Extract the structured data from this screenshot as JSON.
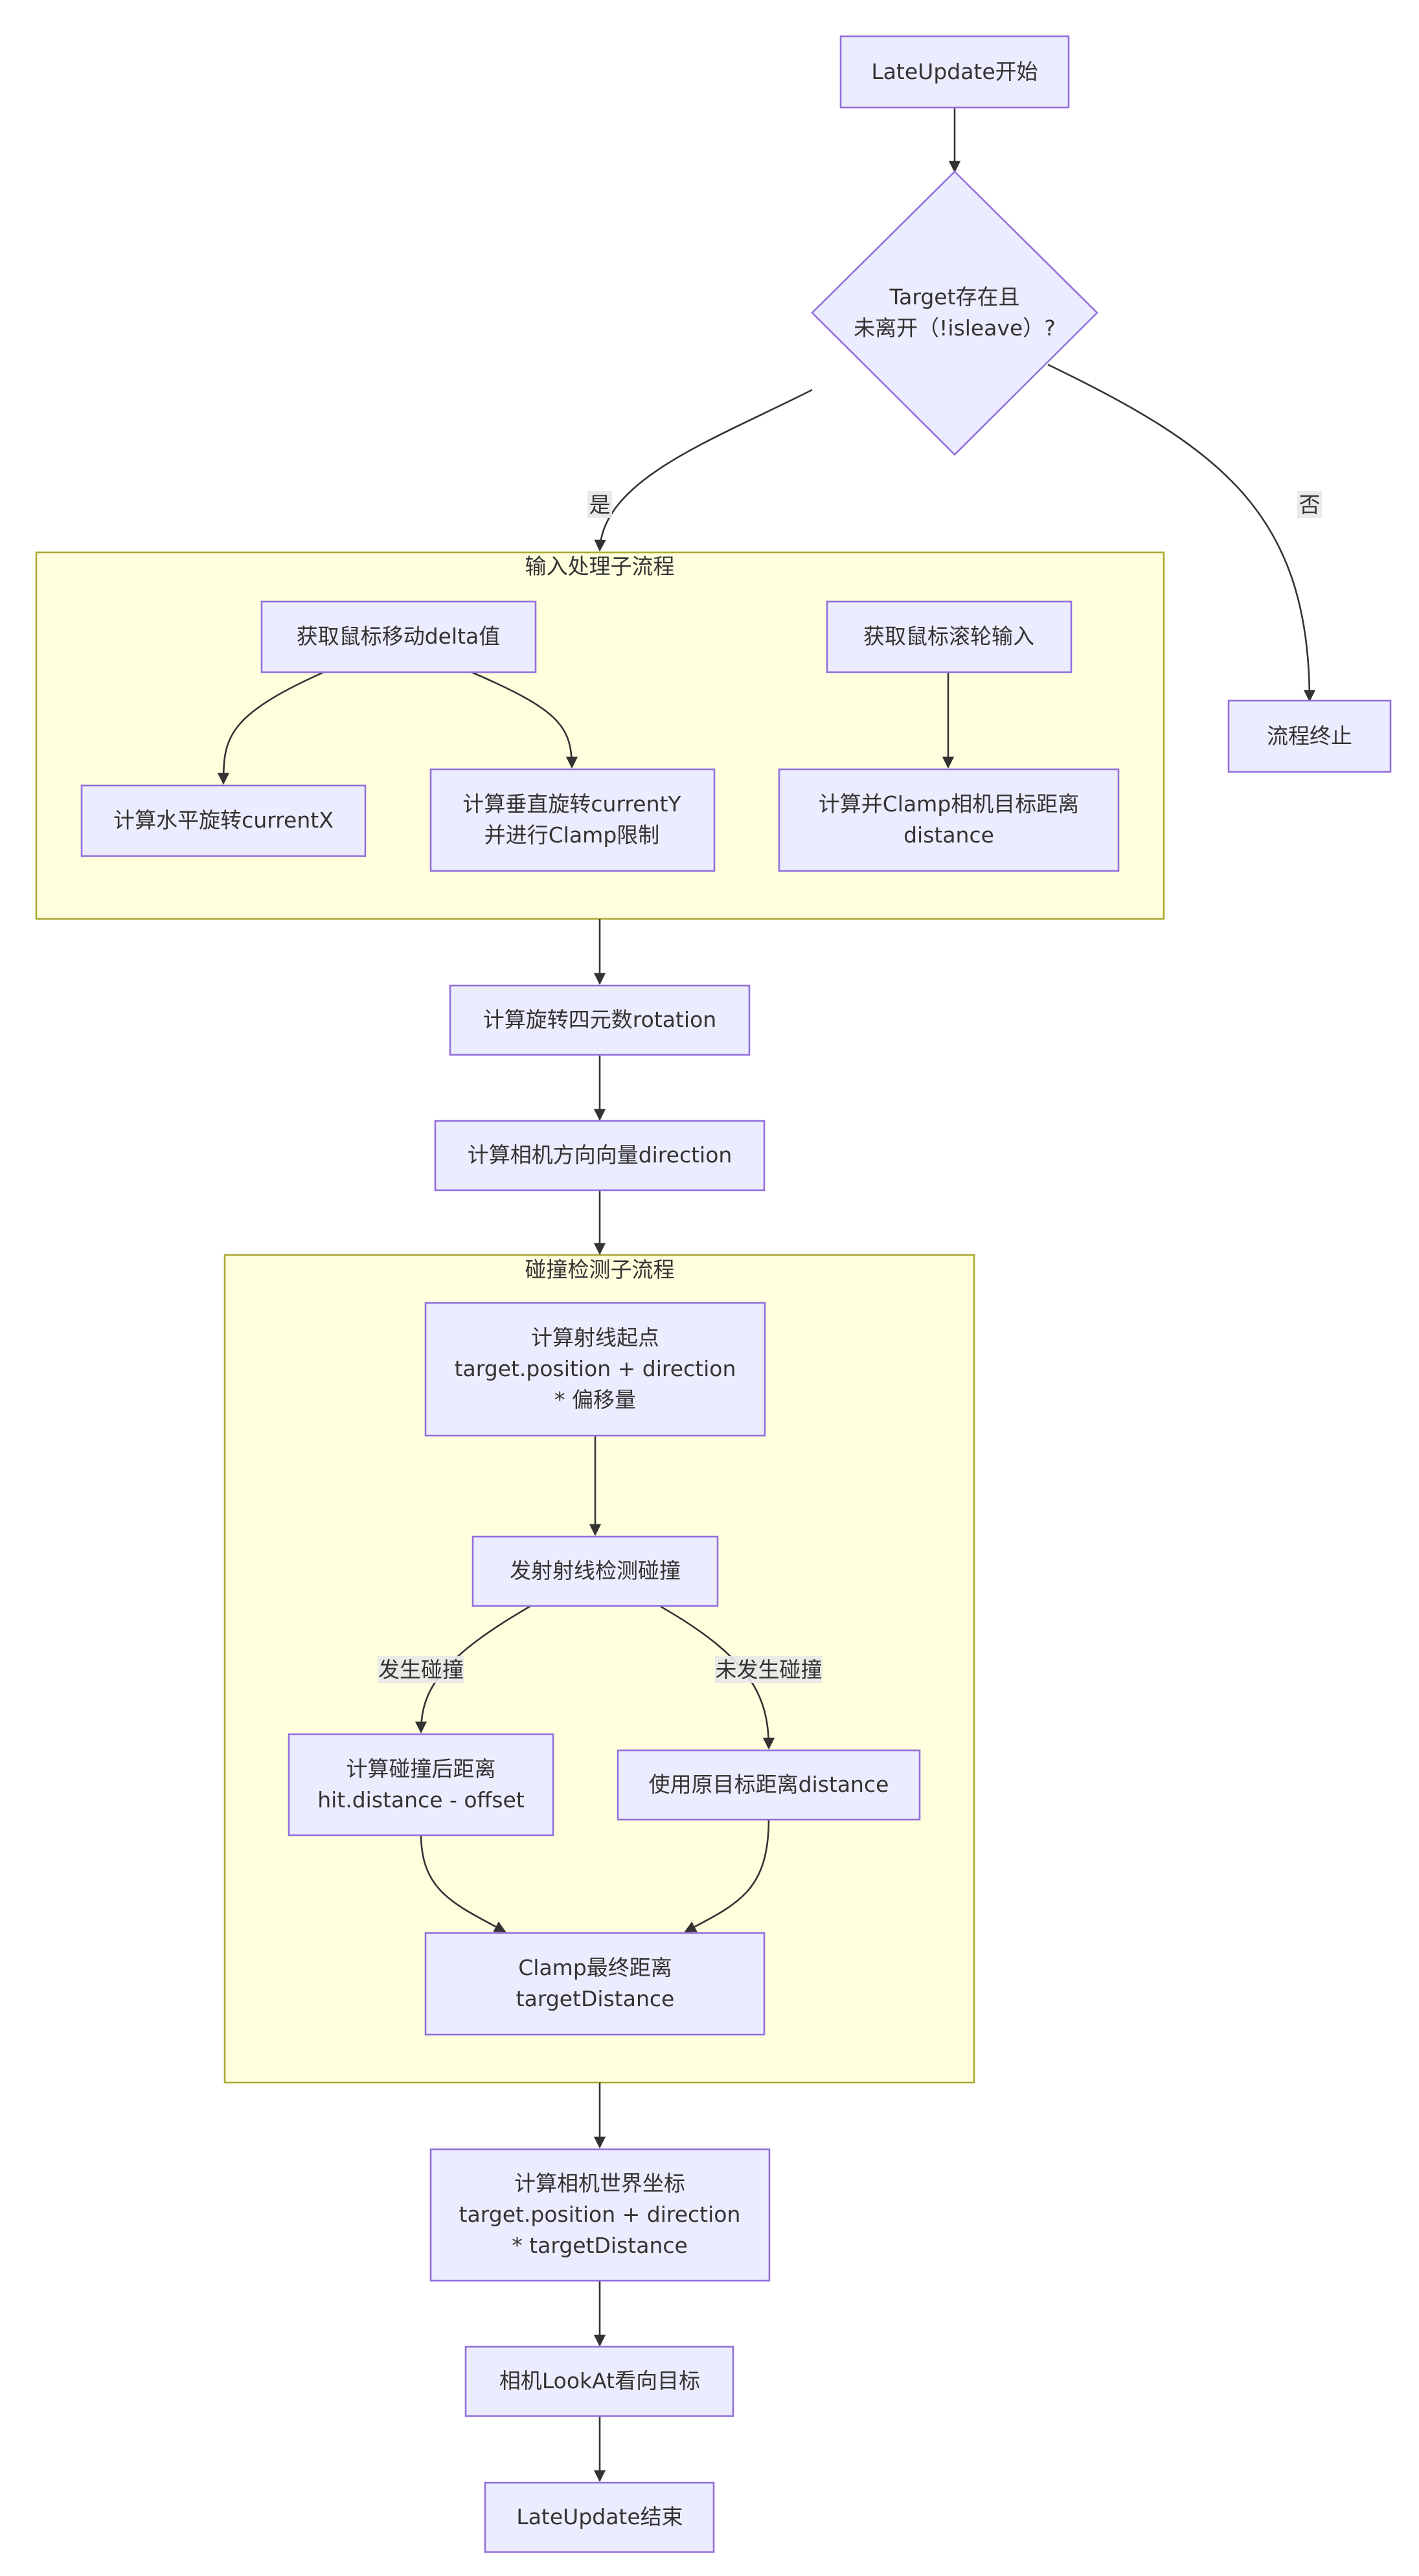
{
  "clusters": {
    "input": {
      "label": "输入处理子流程"
    },
    "collision": {
      "label": "碰撞检测子流程"
    }
  },
  "nodes": {
    "start": {
      "lines": [
        "LateUpdate开始"
      ]
    },
    "decision": {
      "lines": [
        "Target存在且",
        "未离开（!isleave）?"
      ]
    },
    "terminate": {
      "lines": [
        "流程终止"
      ]
    },
    "mouse_delta": {
      "lines": [
        "获取鼠标移动delta值"
      ]
    },
    "mouse_wheel": {
      "lines": [
        "获取鼠标滚轮输入"
      ]
    },
    "calc_x": {
      "lines": [
        "计算水平旋转currentX"
      ]
    },
    "calc_y": {
      "lines": [
        "计算垂直旋转currentY",
        "并进行Clamp限制"
      ]
    },
    "calc_dist": {
      "lines": [
        "计算并Clamp相机目标距离",
        "distance"
      ]
    },
    "rotation": {
      "lines": [
        "计算旋转四元数rotation"
      ]
    },
    "direction": {
      "lines": [
        "计算相机方向向量direction"
      ]
    },
    "ray_origin": {
      "lines": [
        "计算射线起点",
        "target.position + direction",
        "* 偏移量"
      ]
    },
    "raycast": {
      "lines": [
        "发射射线检测碰撞"
      ]
    },
    "hit_dist": {
      "lines": [
        "计算碰撞后距离",
        "hit.distance - offset"
      ]
    },
    "orig_dist": {
      "lines": [
        "使用原目标距离distance"
      ]
    },
    "clamp_final": {
      "lines": [
        "Clamp最终距离",
        "targetDistance"
      ]
    },
    "world_pos": {
      "lines": [
        "计算相机世界坐标",
        "target.position + direction",
        "* targetDistance"
      ]
    },
    "lookat": {
      "lines": [
        "相机LookAt看向目标"
      ]
    },
    "end": {
      "lines": [
        "LateUpdate结束"
      ]
    }
  },
  "edge_labels": {
    "yes": "是",
    "no": "否",
    "hit": "发生碰撞",
    "no_hit": "未发生碰撞"
  },
  "colors": {
    "node_fill": "#ececff",
    "node_stroke": "#9370db",
    "cluster_fill": "#ffffde",
    "cluster_stroke": "#aaaa33",
    "edge": "#333333"
  }
}
